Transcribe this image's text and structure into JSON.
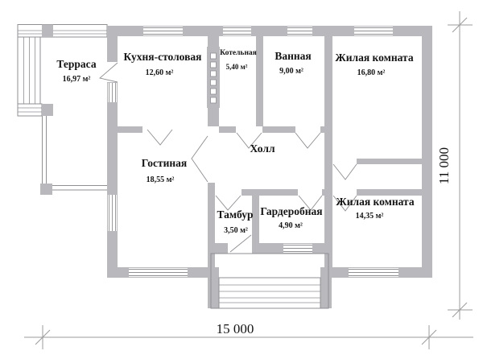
{
  "plan": {
    "rooms": [
      {
        "id": "terrace",
        "name": "Терраса",
        "area": "16,97 м²"
      },
      {
        "id": "kitchen-dining",
        "name": "Кухня-столовая",
        "area": "12,60 м²"
      },
      {
        "id": "boiler-room",
        "name": "Котельная",
        "area": "5,40 м²"
      },
      {
        "id": "bathroom",
        "name": "Ванная",
        "area": "9,00 м²"
      },
      {
        "id": "living-room-1",
        "name": "Жилая комната",
        "area": "16,80 м²"
      },
      {
        "id": "lounge",
        "name": "Гостиная",
        "area": "18,55 м²"
      },
      {
        "id": "hall",
        "name": "Холл",
        "area": ""
      },
      {
        "id": "vestibule",
        "name": "Тамбур",
        "area": "3,50 м²"
      },
      {
        "id": "wardrobe",
        "name": "Гардеробная",
        "area": "4,90 м²"
      },
      {
        "id": "living-room-2",
        "name": "Жилая комната",
        "area": "14,35 м²"
      }
    ],
    "dimensions": {
      "width": "15 000",
      "height": "11 000"
    },
    "colors": {
      "wall": "#b8b8bd",
      "line": "#8f8f94",
      "dim": "#9b9b9b",
      "text": "#141414",
      "bg": "#ffffff"
    }
  }
}
